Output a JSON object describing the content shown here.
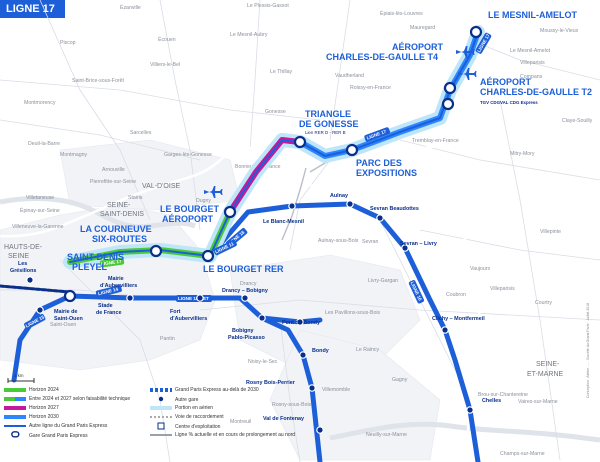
{
  "title": "LIGNE 17",
  "colors": {
    "line": "#1d5fd8",
    "line_dark": "#0a2f8a",
    "h2024": "#4cc93a",
    "h2030": "#2b86ff",
    "h2027": "#c7179a",
    "glow": "#8fd4f5",
    "area": "#eceef3",
    "road": "#dcdfe6",
    "dept": "#6f7580"
  },
  "stations": {
    "mesnil": "LE MESNIL-AMELOT",
    "cdg4_a": "AÉROPORT",
    "cdg4_b": "CHARLES-DE-GAULLE T4",
    "cdg2_a": "AÉROPORT",
    "cdg2_b": "CHARLES-DE-GAULLE T2",
    "cdg2_conn": "TGV  CDGVAL  CDG Express",
    "triangle_a": "TRIANGLE",
    "triangle_b": "DE GONESSE",
    "triangle_conn": "Lien RER D - RER B",
    "parc_a": "PARC DES",
    "parc_b": "EXPOSITIONS",
    "bourget_aero_a": "LE BOURGET",
    "bourget_aero_b": "AÉROPORT",
    "courneuve_a": "LA COURNEUVE",
    "courneuve_b": "SIX-ROUTES",
    "bourget_rer": "LE BOURGET RER",
    "saint_denis_a": "SAINT-DENIS",
    "saint_denis_b": "PLEYEL",
    "aulnay": "Aulnay",
    "sevran_beaudottes": "Sevran Beaudottes",
    "sevran_livry": "Sevran – Livry",
    "clichy": "Clichy – Montfermeil",
    "chelles": "Chelles",
    "blanc_mesnil": "Le Blanc-Mesnil",
    "drancy": "Drancy – Bobigny",
    "mairie_aub_a": "Mairie",
    "mairie_aub_b": "d'Aubervilliers",
    "fort_aub_a": "Fort",
    "fort_aub_b": "d'Aubervilliers",
    "bobigny_a": "Bobigny",
    "bobigny_b": "Pablo-Picasso",
    "pont_bondy": "Pont de Bondy",
    "bondy": "Bondy",
    "rosny": "Rosny Bois-Perrier",
    "val_fontenay": "Val de Fontenay",
    "stade_a": "Stade",
    "stade_b": "de France",
    "mairie_so_a": "Mairie de",
    "mairie_so_b": "Saint-Ouen",
    "gresillons_a": "Les",
    "gresillons_b": "Grésillons"
  },
  "line_labels": {
    "l17": "LIGNE 17",
    "l16": "LIGNE 16",
    "l14": "LIGNE 14",
    "l15e": "LIGNE 15 EST",
    "l15w": "LIGNE 15",
    "l11": "LIGNE 11"
  },
  "departments": {
    "val_oise": "VAL-D'OISE",
    "seine_st_denis_a": "SEINE-",
    "seine_st_denis_b": "SAINT-DENIS",
    "hauts_seine_a": "HAUTS-DE-",
    "hauts_seine_b": "SEINE",
    "seine_marne_a": "SEINE-",
    "seine_marne_b": "ET-MARNE"
  },
  "towns": [
    {
      "name": "Ézanville"
    },
    {
      "name": "Le Plessis-Gassot"
    },
    {
      "name": "Épiais-lès-Louvres"
    },
    {
      "name": "Mauregard"
    },
    {
      "name": "Piscop"
    },
    {
      "name": "Écouen"
    },
    {
      "name": "Le Mesnil-Aubry"
    },
    {
      "name": "Saint-Brice-sous-Forêt"
    },
    {
      "name": "Villiers-le-Bel"
    },
    {
      "name": "Le Thillay"
    },
    {
      "name": "Vaudherland"
    },
    {
      "name": "Roissy-en-France"
    },
    {
      "name": "Mitry-Mory"
    },
    {
      "name": "Montmorency"
    },
    {
      "name": "Sarcelles"
    },
    {
      "name": "Gonesse"
    },
    {
      "name": "Deuil-la-Barre"
    },
    {
      "name": "Montmagny"
    },
    {
      "name": "Garges-lès-Gonesse"
    },
    {
      "name": "Arnouville"
    },
    {
      "name": "Pierrefitte-sur-Seine"
    },
    {
      "name": "Tremblay-en-France"
    },
    {
      "name": "Villepinte"
    },
    {
      "name": "Stains"
    },
    {
      "name": "Bonneuil-en-France"
    },
    {
      "name": "Dugny"
    },
    {
      "name": "Villetaneuse"
    },
    {
      "name": "Épinay-sur-Seine"
    },
    {
      "name": "Saint-Denis"
    },
    {
      "name": "Villeneuve-la-Garenne"
    },
    {
      "name": "Aulnay-sous-Bois"
    },
    {
      "name": "Sevran"
    },
    {
      "name": "Villeparisis"
    },
    {
      "name": "Livry-Gargan"
    },
    {
      "name": "Drancy"
    },
    {
      "name": "Vaujours"
    },
    {
      "name": "Coubron"
    },
    {
      "name": "Courtry"
    },
    {
      "name": "Pantin"
    },
    {
      "name": "Noisy-le-Sec"
    },
    {
      "name": "Les Pavillons-sous-Bois"
    },
    {
      "name": "Le Raincy"
    },
    {
      "name": "Gagny"
    },
    {
      "name": "Montreuil"
    },
    {
      "name": "Rosny-sous-Bois"
    },
    {
      "name": "Villemomble"
    },
    {
      "name": "Neuilly-sur-Marne"
    },
    {
      "name": "Brou-sur-Chantereine"
    },
    {
      "name": "Vaires-sur-Marne"
    },
    {
      "name": "Champs-sur-Marne"
    },
    {
      "name": "Saint-Ouen"
    },
    {
      "name": "Le Mesnil-Amelot"
    },
    {
      "name": "Moussy-le-Vieux"
    },
    {
      "name": "Compans"
    },
    {
      "name": "Villeparisis"
    },
    {
      "name": "Claye-Souilly"
    }
  ],
  "scale": "1 km",
  "legend": {
    "h2024": "Horizon 2024",
    "h2024_27": "Entre 2024 et 2027 selon faisabilité technique",
    "h2027": "Horizon 2027",
    "h2030": "Horizon 2030",
    "other": "Autre ligne du Grand Paris Express",
    "gare": "Gare Grand Paris Express",
    "beyond": "Grand Paris Express au-delà de 2030",
    "autre_gare": "Autre gare",
    "aerien": "Portion en aérien",
    "raccord": "Voie de raccordement",
    "centre": "Centre d'exploitation",
    "cours": "Ligne % actuelle et en cours de prolongement au nord"
  },
  "credit": "Conception : Atelier ...... Société du Grand Paris · Juillet 2018"
}
